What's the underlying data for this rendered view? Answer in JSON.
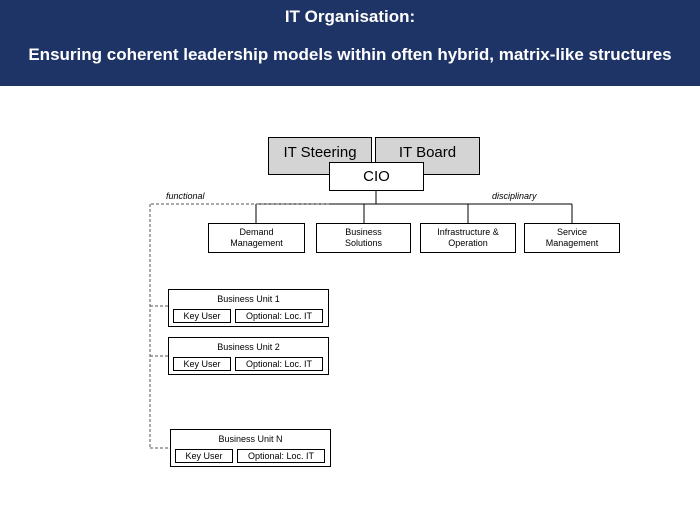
{
  "header": {
    "title": "IT Organisation:",
    "subtitle": "Ensuring coherent leadership models within often hybrid, matrix-like structures"
  },
  "org": {
    "steering": "IT Steering",
    "board": "IT Board",
    "cio": "CIO",
    "functional_note": "functional",
    "disciplinary_note": "disciplinary",
    "departments": [
      {
        "line1": "Demand",
        "line2": "Management"
      },
      {
        "line1": "Business",
        "line2": "Solutions"
      },
      {
        "line1": "Infrastructure  &",
        "line2": "Operation"
      },
      {
        "line1": "Service",
        "line2": "Management"
      }
    ],
    "units": [
      {
        "name": "Business Unit  1",
        "key_user": "Key User",
        "optional": "Optional:  Loc. IT"
      },
      {
        "name": "Business Unit  2",
        "key_user": "Key User",
        "optional": "Optional:  Loc. IT"
      },
      {
        "name": "Business Unit  N",
        "key_user": "Key User",
        "optional": "Optional:  Loc. IT"
      }
    ]
  },
  "colors": {
    "header_bg": "#1f3466",
    "header_text": "#ffffff",
    "steering_fill": "#d4d4d4"
  }
}
